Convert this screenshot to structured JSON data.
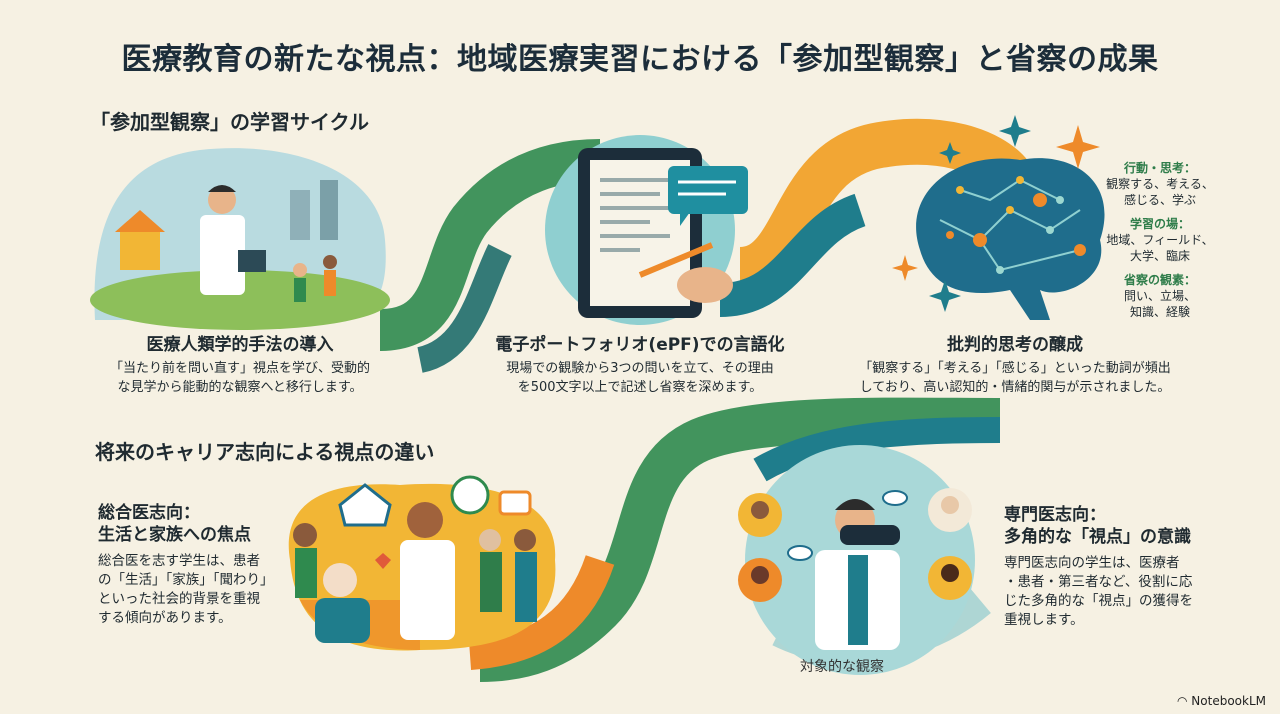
{
  "title": "医療教育の新たな視点：地域医療実習における「参加型観察」と省察の成果",
  "cycle": {
    "heading": "「参加型観察」の学習サイクル",
    "steps": [
      {
        "title": "医療人類学的手法の導入",
        "body": [
          "「当たり前を問い直す」視点を学び、受動的",
          "な見学から能動的な観察へと移行します。"
        ]
      },
      {
        "title": "電子ポートフォリオ(ePF)での言語化",
        "body": [
          "現場での観験から3つの問いを立て、その理由",
          "を500文字以上で記述し省察を深めます。"
        ]
      },
      {
        "title": "批判的思考の醸成",
        "body": [
          "「観察する」「考える」「感じる」といった動詞が頻出",
          "しており、高い認知的・情緒的関与が示されました。"
        ]
      }
    ],
    "side_notes": [
      {
        "label": "行動・思考：",
        "text": [
          "観察する、考える、",
          "感じる、学ぶ"
        ]
      },
      {
        "label": "学習の場：",
        "text": [
          "地域、フィールド、",
          "大学、臨床"
        ]
      },
      {
        "label": "省察の観素：",
        "text": [
          "問い、立場、",
          "知識、経験"
        ]
      }
    ]
  },
  "career": {
    "heading": "将来のキャリア志向による視点の違い",
    "general": {
      "title": [
        "総合医志向：",
        "生活と家族への焦点"
      ],
      "body": [
        "総合医を志す学生は、患者",
        "の「生活」「家族」「聞わり」",
        "といった社会的背景を重視",
        "する傾向があります。"
      ]
    },
    "specialist": {
      "title": [
        "専門医志向：",
        "多角的な「視点」の意識"
      ],
      "body": [
        "専門医志向の学生は、医療者",
        "・患者・第三者など、役割に応",
        "じた多角的な「視点」の獲得を",
        "重視します。"
      ]
    },
    "partial_label": "対象的な観察"
  },
  "brand": "NotebookLM",
  "colors": {
    "green": "#2f8a4e",
    "teal": "#1f7d8c",
    "orange": "#ee8a2a",
    "yellow": "#f2b635",
    "navy": "#1c2d3a"
  }
}
